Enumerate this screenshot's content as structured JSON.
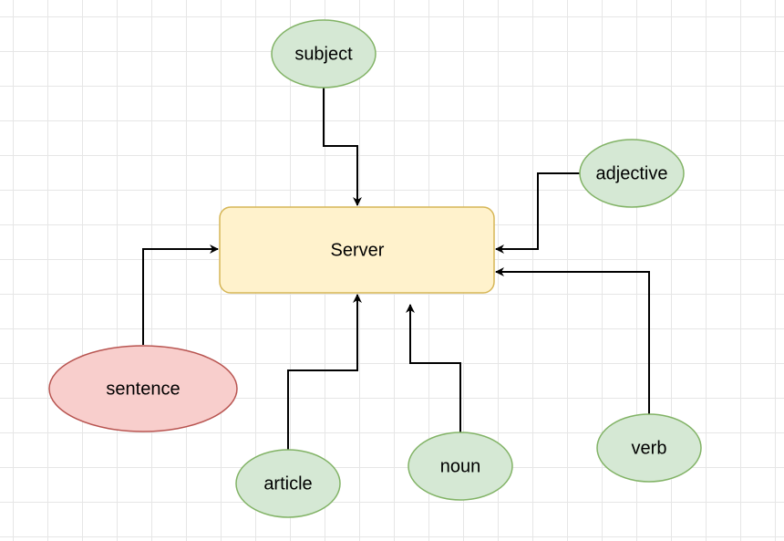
{
  "diagram": {
    "nodes": {
      "server": {
        "label": "Server",
        "fill": "#fff2cc",
        "stroke": "#d6b656"
      },
      "subject": {
        "label": "subject",
        "fill": "#d5e8d4",
        "stroke": "#82b366"
      },
      "adjective": {
        "label": "adjective",
        "fill": "#d5e8d4",
        "stroke": "#82b366"
      },
      "sentence": {
        "label": "sentence",
        "fill": "#f8cecc",
        "stroke": "#b85450"
      },
      "article": {
        "label": "article",
        "fill": "#d5e8d4",
        "stroke": "#82b366"
      },
      "noun": {
        "label": "noun",
        "fill": "#d5e8d4",
        "stroke": "#82b366"
      },
      "verb": {
        "label": "verb",
        "fill": "#d5e8d4",
        "stroke": "#82b366"
      }
    },
    "edges": [
      {
        "from": "subject",
        "to": "server"
      },
      {
        "from": "adjective",
        "to": "server"
      },
      {
        "from": "sentence",
        "to": "server"
      },
      {
        "from": "article",
        "to": "server"
      },
      {
        "from": "noun",
        "to": "server"
      },
      {
        "from": "verb",
        "to": "server"
      }
    ]
  }
}
